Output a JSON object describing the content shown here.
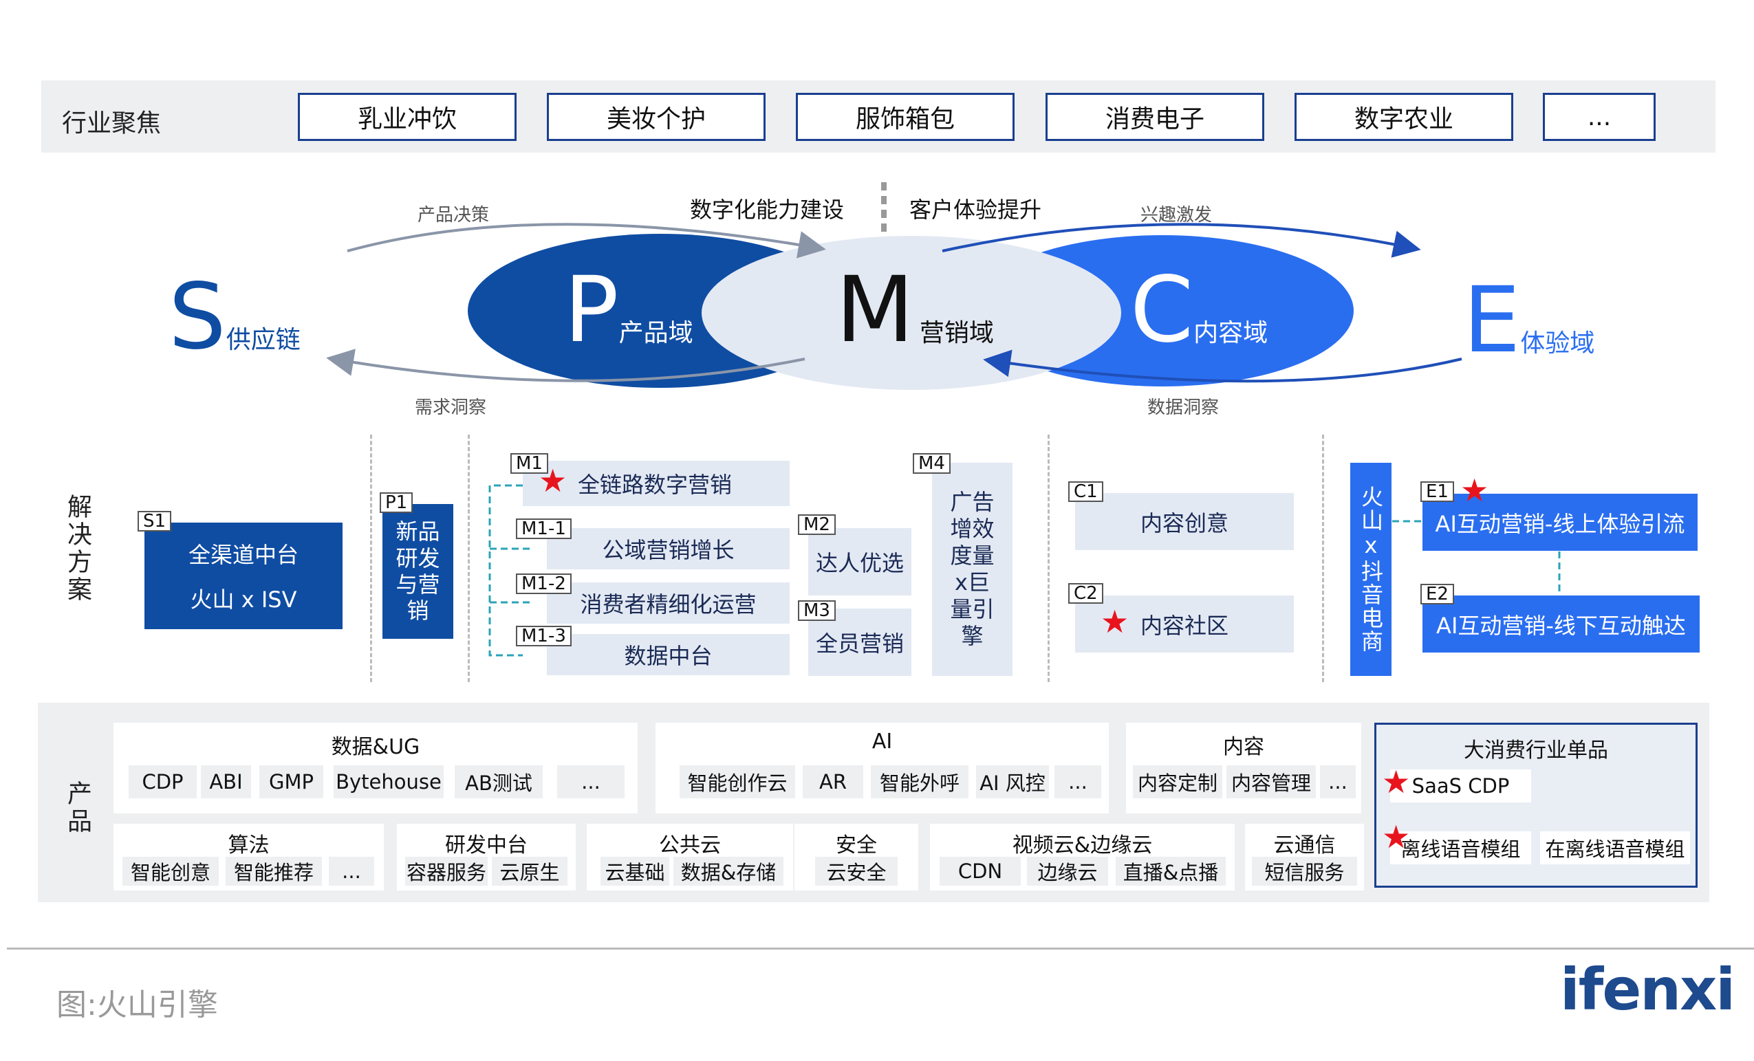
{
  "industry": {
    "label": "行业聚焦",
    "items": [
      "乳业冲饮",
      "美妆个护",
      "服饰箱包",
      "消费电子",
      "数字农业",
      "..."
    ]
  },
  "model": {
    "left_title": "数字化能力建设",
    "right_title": "客户体验提升",
    "arc_top_left": "产品决策",
    "arc_bottom_left": "需求洞察",
    "arc_top_right": "兴趣激发",
    "arc_bottom_right": "数据洞察",
    "S": {
      "letter": "S",
      "label": "供应链"
    },
    "P": {
      "letter": "P",
      "label": "产品域"
    },
    "M": {
      "letter": "M",
      "label": "营销域"
    },
    "C": {
      "letter": "C",
      "label": "内容域"
    },
    "E": {
      "letter": "E",
      "label": "体验域"
    },
    "colors": {
      "dark_blue": "#0f4da3",
      "bright_blue": "#2a6ef0",
      "pale": "#e3e9f3"
    }
  },
  "solutions": {
    "label": "解决方案",
    "s1": {
      "tag": "S1",
      "line1": "全渠道中台",
      "line2": "火山 x ISV"
    },
    "p1": {
      "tag": "P1",
      "text": "新品研发与营销"
    },
    "m1": {
      "tag": "M1",
      "text": "全链路数字营销"
    },
    "m1_1": {
      "tag": "M1-1",
      "text": "公域营销增长"
    },
    "m1_2": {
      "tag": "M1-2",
      "text": "消费者精细化运营"
    },
    "m1_3": {
      "tag": "M1-3",
      "text": "数据中台"
    },
    "m2": {
      "tag": "M2",
      "text": "达人优选"
    },
    "m3": {
      "tag": "M3",
      "text": "全员营销"
    },
    "m4": {
      "tag": "M4",
      "text": "广告增效度量x巨量引擎"
    },
    "c1": {
      "tag": "C1",
      "text": "内容创意"
    },
    "c2": {
      "tag": "C2",
      "text": "内容社区"
    },
    "volc": {
      "text": "火山x抖音电商"
    },
    "e1": {
      "tag": "E1",
      "text": "AI互动营销-线上体验引流"
    },
    "e2": {
      "tag": "E2",
      "text": "AI互动营销-线下互动触达"
    }
  },
  "products": {
    "label": "产品",
    "data_ug": {
      "title": "数据&UG",
      "chips": [
        "CDP",
        "ABI",
        "GMP",
        "Bytehouse",
        "AB测试",
        "..."
      ]
    },
    "ai": {
      "title": "AI",
      "chips": [
        "智能创作云",
        "AR",
        "智能外呼",
        "AI 风控",
        "..."
      ]
    },
    "content": {
      "title": "内容",
      "chips": [
        "内容定制",
        "内容管理",
        "..."
      ]
    },
    "suanfa": {
      "title": "算法",
      "chips": [
        "智能创意",
        "智能推荐",
        "..."
      ]
    },
    "yanfa": {
      "title": "研发中台",
      "chips": [
        "容器服务",
        "云原生"
      ]
    },
    "gonggong": {
      "title": "公共云",
      "chips": [
        "云基础",
        "数据&存储"
      ]
    },
    "anquan": {
      "title": "安全",
      "chips": [
        "云安全"
      ]
    },
    "video": {
      "title": "视频云&边缘云",
      "chips": [
        "CDN",
        "边缘云",
        "直播&点播"
      ]
    },
    "tongxin": {
      "title": "云通信",
      "chips": [
        "短信服务"
      ]
    },
    "consumer": {
      "title": "大消费行业单品",
      "saas": "SaaS CDP",
      "offline": "离线语音模组",
      "online": "在离线语音模组"
    }
  },
  "footer": {
    "source": "图:火山引擎",
    "logo": "ifenxi"
  }
}
